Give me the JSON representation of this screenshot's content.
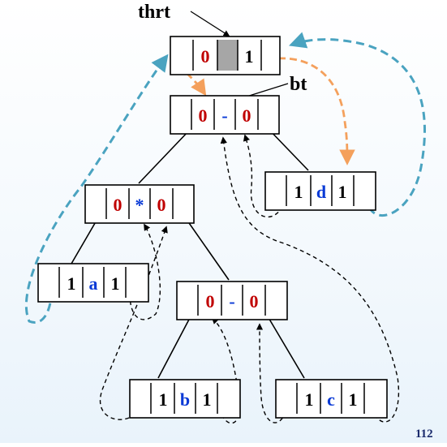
{
  "labels": {
    "thrt": "thrt",
    "bt": "bt",
    "page_number": "112"
  },
  "colors": {
    "flag": "#c00000",
    "data": "#0a3ad6",
    "normal_text": "#000000",
    "header_gray": "#a6a6a6",
    "thread_to_header": "#4aa3c0",
    "thread_orange": "#f4a05c",
    "thread_dashed": "#000000"
  },
  "header": {
    "ltag": "0",
    "data": "",
    "rtag": "1"
  },
  "nodes": {
    "root": {
      "ltag": "0",
      "data": "-",
      "rtag": "0"
    },
    "mult": {
      "ltag": "0",
      "data": "*",
      "rtag": "0"
    },
    "d": {
      "ltag": "1",
      "data": "d",
      "rtag": "1"
    },
    "a": {
      "ltag": "1",
      "data": "a",
      "rtag": "1"
    },
    "minus2": {
      "ltag": "0",
      "data": "-",
      "rtag": "0"
    },
    "b": {
      "ltag": "1",
      "data": "b",
      "rtag": "1"
    },
    "c": {
      "ltag": "1",
      "data": "c",
      "rtag": "1"
    }
  }
}
